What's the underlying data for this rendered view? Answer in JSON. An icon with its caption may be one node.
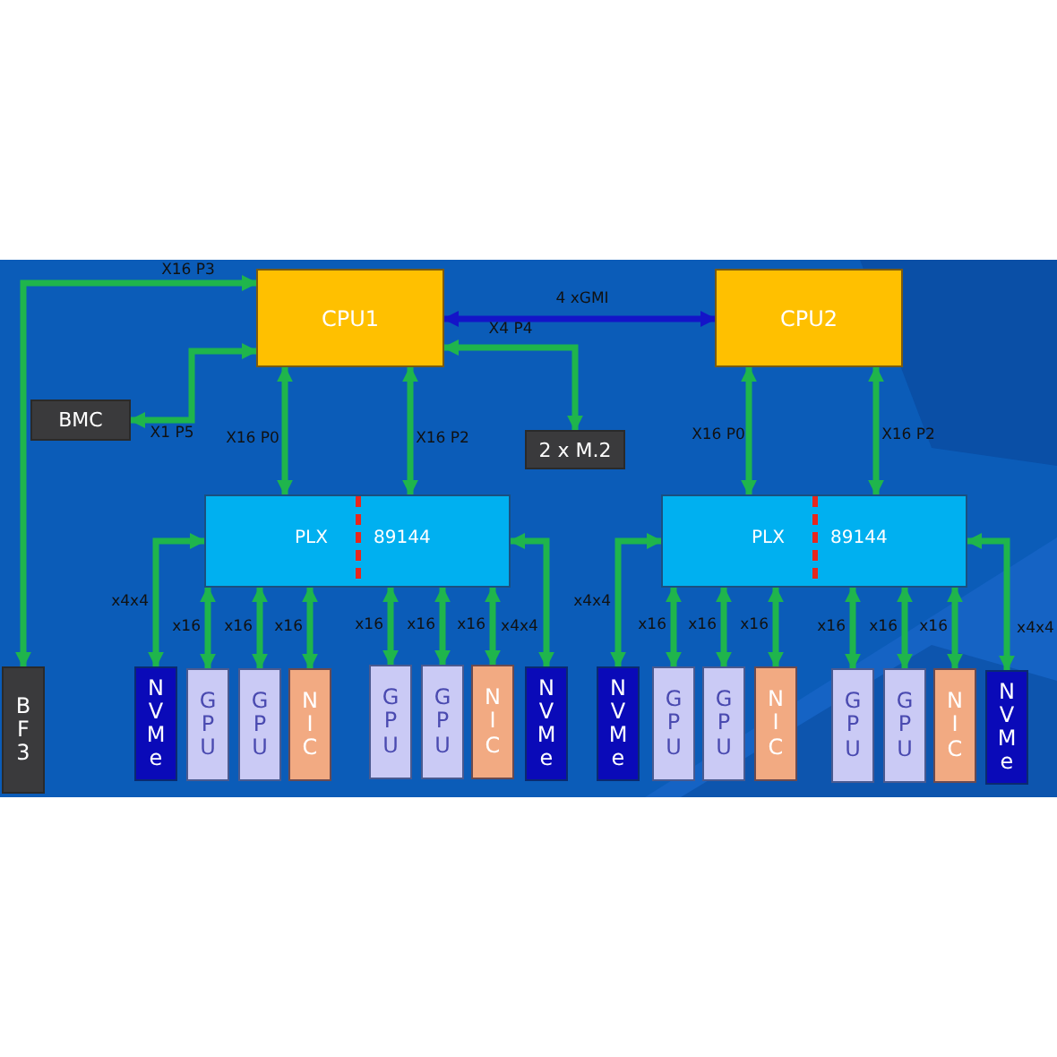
{
  "diagram": {
    "nodes": [
      {
        "text": [
          "CPU1"
        ]
      },
      {
        "text": [
          "CPU2"
        ]
      },
      {
        "text": [
          "BMC"
        ]
      },
      {
        "text": [
          "2 x M.2"
        ]
      },
      {
        "text": [
          "PLX",
          "89144"
        ]
      },
      {
        "text": [
          "PLX",
          "89144"
        ]
      },
      {
        "text": [
          "BF3"
        ]
      },
      {
        "text": [
          "NVMe"
        ]
      },
      {
        "text": [
          "GPU"
        ]
      },
      {
        "text": [
          "GPU"
        ]
      },
      {
        "text": [
          "NIC"
        ]
      },
      {
        "text": [
          "GPU"
        ]
      },
      {
        "text": [
          "GPU"
        ]
      },
      {
        "text": [
          "NIC"
        ]
      },
      {
        "text": [
          "NVMe"
        ]
      },
      {
        "text": [
          "NVMe"
        ]
      },
      {
        "text": [
          "GPU"
        ]
      },
      {
        "text": [
          "GPU"
        ]
      },
      {
        "text": [
          "NIC"
        ]
      },
      {
        "text": [
          "GPU"
        ]
      },
      {
        "text": [
          "GPU"
        ]
      },
      {
        "text": [
          "NIC"
        ]
      },
      {
        "text": [
          "NVMe"
        ]
      }
    ],
    "edges": [
      {
        "from": 6,
        "to": 0,
        "arrow": "both",
        "label": "X16 P3"
      },
      {
        "from": 0,
        "to": 2,
        "arrow": "both",
        "label": "X1 P5"
      },
      {
        "from": 0,
        "to": 1,
        "arrow": "both",
        "label": "4 xGMI",
        "color": "#1414c8"
      },
      {
        "from": 0,
        "to": 3,
        "arrow": "both",
        "label": "X4 P4"
      },
      {
        "from": 0,
        "to": 4,
        "arrow": "both",
        "label": "X16 P0"
      },
      {
        "from": 0,
        "to": 4,
        "arrow": "both",
        "label": "X16 P2"
      },
      {
        "from": 1,
        "to": 5,
        "arrow": "both",
        "label": "X16 P0"
      },
      {
        "from": 1,
        "to": 5,
        "arrow": "both",
        "label": "X16 P2"
      },
      {
        "from": 4,
        "to": 7,
        "arrow": "both",
        "label": "x4x4"
      },
      {
        "from": 4,
        "to": 8,
        "arrow": "both",
        "label": "x16"
      },
      {
        "from": 4,
        "to": 9,
        "arrow": "both",
        "label": "x16"
      },
      {
        "from": 4,
        "to": 10,
        "arrow": "both",
        "label": "x16"
      },
      {
        "from": 4,
        "to": 11,
        "arrow": "both",
        "label": "x16"
      },
      {
        "from": 4,
        "to": 12,
        "arrow": "both",
        "label": "x16"
      },
      {
        "from": 4,
        "to": 13,
        "arrow": "both",
        "label": "x16"
      },
      {
        "from": 4,
        "to": 14,
        "arrow": "both",
        "label": "x4x4"
      },
      {
        "from": 5,
        "to": 15,
        "arrow": "both",
        "label": "x4x4"
      },
      {
        "from": 5,
        "to": 16,
        "arrow": "both",
        "label": "x16"
      },
      {
        "from": 5,
        "to": 17,
        "arrow": "both",
        "label": "x16"
      },
      {
        "from": 5,
        "to": 18,
        "arrow": "both",
        "label": "x16"
      },
      {
        "from": 5,
        "to": 19,
        "arrow": "both",
        "label": "x16"
      },
      {
        "from": 5,
        "to": 20,
        "arrow": "both",
        "label": "x16"
      },
      {
        "from": 5,
        "to": 21,
        "arrow": "both",
        "label": "x16"
      },
      {
        "from": 5,
        "to": 22,
        "arrow": "both",
        "label": "x4x4"
      }
    ]
  }
}
